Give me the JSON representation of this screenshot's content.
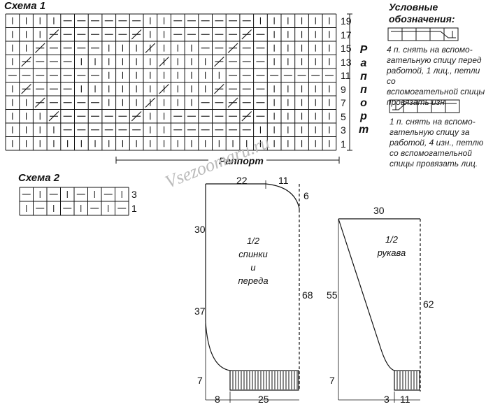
{
  "scheme1": {
    "title": "Схема 1",
    "row_numbers": [
      "19",
      "17",
      "15",
      "13",
      "11",
      "9",
      "7",
      "5",
      "3",
      "1"
    ],
    "vertical_label": [
      "Р",
      "а",
      "п",
      "п",
      "о",
      "р",
      "т"
    ],
    "horizontal_label": "Раппорт"
  },
  "scheme2": {
    "title": "Схема 2",
    "row_numbers": [
      "3",
      "1"
    ]
  },
  "legend": {
    "title_line1": "Условные",
    "title_line2": "обозначения:",
    "item1_text": [
      "4 п. снять на вспомо-",
      "гательную спицу перед",
      "работой, 1 лиц., петли со",
      "вспомогательной спицы",
      "провязать изн."
    ],
    "item2_text": [
      "1 п. снять на вспомо-",
      "гательную спицу за",
      "работой, 4 изн., петлю",
      "со вспомогательной",
      "спицы провязать лиц."
    ]
  },
  "body_pattern": {
    "label": [
      "1/2",
      "спинки",
      "и",
      "переда"
    ],
    "dims": {
      "top_left": "22",
      "top_right": "11",
      "neck_depth": "6",
      "upper_side": "30",
      "lower_side": "37",
      "rib": "7",
      "total_height": "68",
      "bottom_offset": "8",
      "bottom_width": "25"
    }
  },
  "sleeve_pattern": {
    "label": [
      "1/2",
      "рукава"
    ],
    "dims": {
      "top_width": "30",
      "side_height": "55",
      "total_height": "62",
      "rib": "7",
      "bottom_offset": "3",
      "bottom_width": "11"
    }
  },
  "watermark": "Vsezoomaru.ru"
}
